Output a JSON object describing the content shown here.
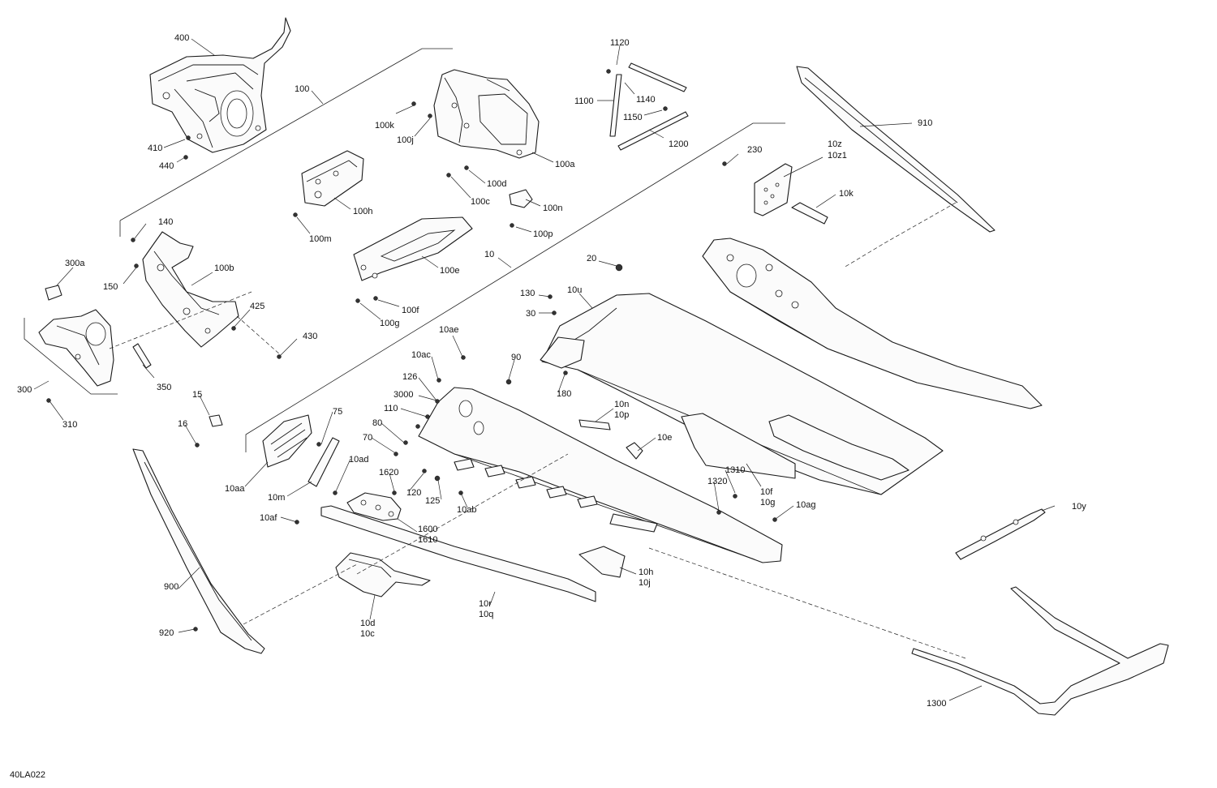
{
  "figure_id": "40LA022",
  "labels": {
    "l400": "400",
    "l100": "100",
    "l410": "410",
    "l440": "440",
    "l100k": "100k",
    "l100j": "100j",
    "l100a": "100a",
    "l100d": "100d",
    "l100c": "100c",
    "l100n": "100n",
    "l100p": "100p",
    "l100h": "100h",
    "l100m": "100m",
    "l100e": "100e",
    "l100f": "100f",
    "l100g": "100g",
    "l1120": "1120",
    "l1100": "1100",
    "l1140": "1140",
    "l1150": "1150",
    "l1200": "1200",
    "l910": "910",
    "l230": "230",
    "l10z": "10z",
    "l10z1": "10z1",
    "l10k": "10k",
    "l140": "140",
    "l150": "150",
    "l300a": "300a",
    "l100b": "100b",
    "l425": "425",
    "l430": "430",
    "l350": "350",
    "l300": "300",
    "l310": "310",
    "l10": "10",
    "l20": "20",
    "l130": "130",
    "l10u": "10u",
    "l30": "30",
    "l10ae": "10ae",
    "l10ac": "10ac",
    "l90": "90",
    "l126": "126",
    "l180": "180",
    "l3000": "3000",
    "l110": "110",
    "l80": "80",
    "l70": "70",
    "l15": "15",
    "l16": "16",
    "l75": "75",
    "l10ad": "10ad",
    "l10aa": "10aa",
    "l10m": "10m",
    "l1620": "1620",
    "l120": "120",
    "l125": "125",
    "l10ab": "10ab",
    "l10n": "10n",
    "l10p": "10p",
    "l10e": "10e",
    "l1310": "1310",
    "l1320": "1320",
    "l10f": "10f",
    "l10g": "10g",
    "l10ag": "10ag",
    "l10y": "10y",
    "l10af": "10af",
    "l1600": "1600",
    "l1610": "1610",
    "l10h": "10h",
    "l10j": "10j",
    "l900": "900",
    "l920": "920",
    "l10d": "10d",
    "l10c": "10c",
    "l10r": "10r",
    "l10q": "10q",
    "l1300": "1300"
  }
}
